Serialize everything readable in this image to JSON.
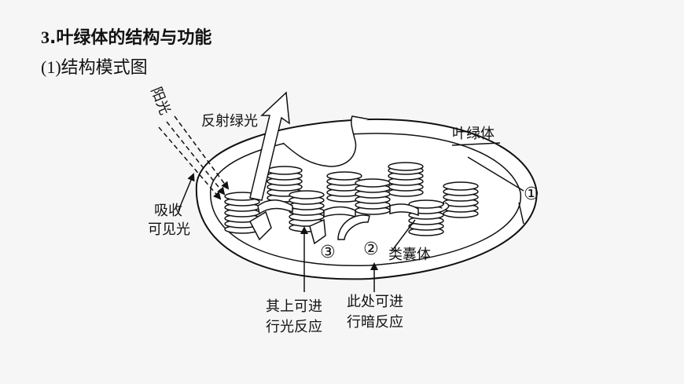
{
  "heading": {
    "number": "3",
    "text": ".叶绿体的结构与功能"
  },
  "subheading": {
    "index": "(1)",
    "text": "结构模式图"
  },
  "diagram": {
    "sunlight": "阳光",
    "reflect_green": "反射绿光",
    "chloroplast": "叶绿体",
    "circle_1": "①",
    "absorb_visible": [
      "吸收",
      "可见光"
    ],
    "circle_3": "③",
    "circle_2": "②",
    "thylakoid": "类囊体",
    "light_reaction": [
      "其上可进",
      "行光反应"
    ],
    "dark_reaction": [
      "此处可进",
      "行暗反应"
    ]
  }
}
